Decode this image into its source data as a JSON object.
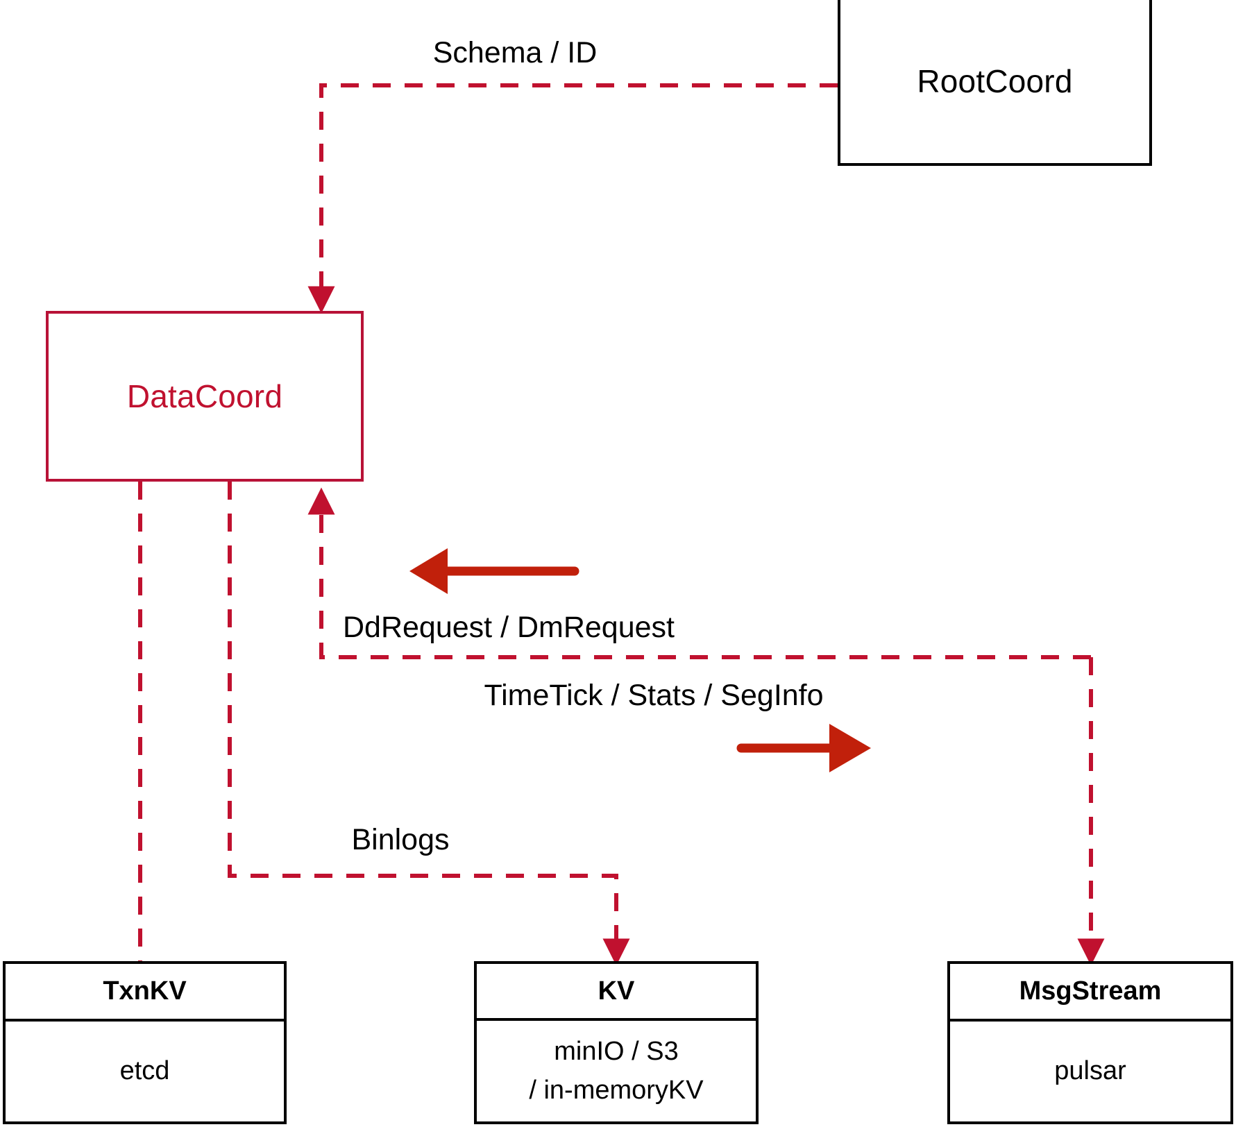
{
  "diagram": {
    "title": "DataCoord component interaction diagram",
    "colors": {
      "accent_red": "#C0112F",
      "arrow_red": "#C1200B",
      "node_black": "#000000",
      "background": "#FFFFFF"
    },
    "nodes": [
      {
        "id": "rootcoord",
        "label": "RootCoord",
        "style": "plain"
      },
      {
        "id": "datacoord",
        "label": "DataCoord",
        "style": "accent"
      }
    ],
    "stacked_nodes": [
      {
        "id": "txnkv",
        "header": "TxnKV",
        "body_lines": [
          "etcd"
        ]
      },
      {
        "id": "kv",
        "header": "KV",
        "body_lines": [
          "minIO / S3",
          "/ in-memoryKV"
        ]
      },
      {
        "id": "msgstream",
        "header": "MsgStream",
        "body_lines": [
          "pulsar"
        ]
      }
    ],
    "edge_labels": [
      {
        "id": "schema-id",
        "text": "Schema / ID"
      },
      {
        "id": "dd-dm-request",
        "text": "DdRequest / DmRequest"
      },
      {
        "id": "timetick-stats-seginfo",
        "text": "TimeTick / Stats / SegInfo"
      },
      {
        "id": "binlogs",
        "text": "Binlogs"
      }
    ],
    "connections": [
      {
        "id": "rootcoord-to-datacoord",
        "from": "rootcoord",
        "to": "datacoord",
        "label": "Schema / ID",
        "line": "dashed",
        "arrow": "to"
      },
      {
        "id": "msgstream-to-datacoord",
        "from": "msgstream",
        "to": "datacoord",
        "label": "DdRequest / DmRequest",
        "line": "dashed",
        "arrow": "to"
      },
      {
        "id": "datacoord-to-msgstream",
        "from": "datacoord",
        "to": "msgstream",
        "label": "TimeTick / Stats / SegInfo",
        "line": "dashed",
        "arrow": "to"
      },
      {
        "id": "datacoord-to-kv",
        "from": "datacoord",
        "to": "kv",
        "label": "Binlogs",
        "line": "dashed",
        "arrow": "to"
      },
      {
        "id": "datacoord-to-txnkv",
        "from": "datacoord",
        "to": "txnkv",
        "label": "",
        "line": "dashed",
        "arrow": "none"
      }
    ],
    "direction_markers": [
      {
        "id": "inbound-direction-arrow",
        "points": "left"
      },
      {
        "id": "outbound-direction-arrow",
        "points": "right"
      }
    ]
  }
}
